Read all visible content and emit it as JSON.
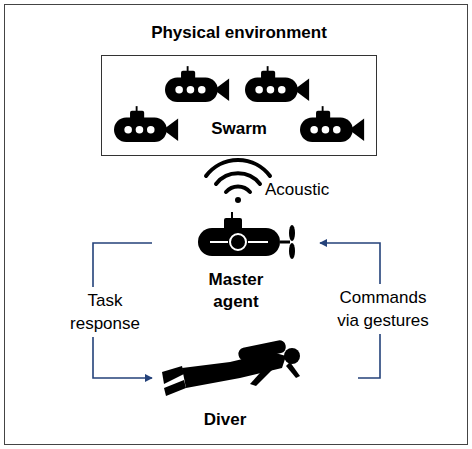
{
  "diagram": {
    "nodes": [
      {
        "text": [
          "Physical environment",
          "Swarm"
        ]
      },
      {
        "text": [
          "Master agent"
        ]
      },
      {
        "text": [
          "Diver"
        ]
      }
    ],
    "edges": [
      {
        "from": 1,
        "to": 2,
        "arrow": "to",
        "label": "Task response"
      },
      {
        "from": 2,
        "to": 1,
        "arrow": "to",
        "label": "Commands via gestures"
      }
    ],
    "labels": [
      "Acoustic"
    ]
  }
}
